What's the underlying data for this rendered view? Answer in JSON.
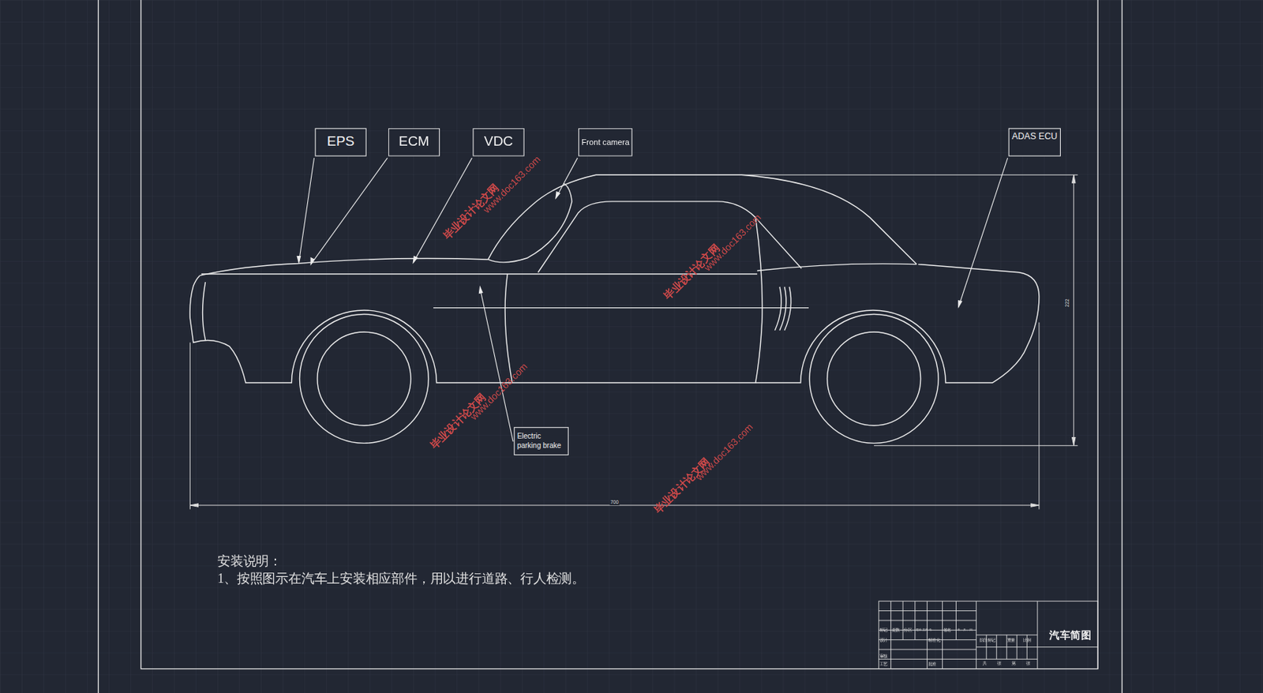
{
  "diagram": {
    "nodes": [
      {
        "text": [
          "EPS"
        ]
      },
      {
        "text": [
          "ECM"
        ]
      },
      {
        "text": [
          "VDC"
        ]
      },
      {
        "text": [
          "Front camera"
        ]
      },
      {
        "text": [
          "ADAS ECU"
        ]
      },
      {
        "text": [
          "Electric parking brake"
        ]
      }
    ],
    "labels": [
      "安装说明：",
      "1、按照图示在汽车上安装相应部件，用以进行道路、行人检测。",
      "700",
      "222",
      "汽车简图",
      "标记",
      "处数",
      "分区",
      "更改文件号",
      "签名",
      "年、月、日",
      "设计",
      "标准化",
      "审核",
      "工艺",
      "批准",
      "阶段标记",
      "重量",
      "比例",
      "共",
      "张",
      "第",
      "张",
      "毕业设计论文网",
      "www.doc163.com",
      "毕业设计论文网",
      "www.doc163.com",
      "毕业设计论文网",
      "www.doc163.com",
      "毕业设计论文网",
      "www.doc163.com"
    ]
  }
}
